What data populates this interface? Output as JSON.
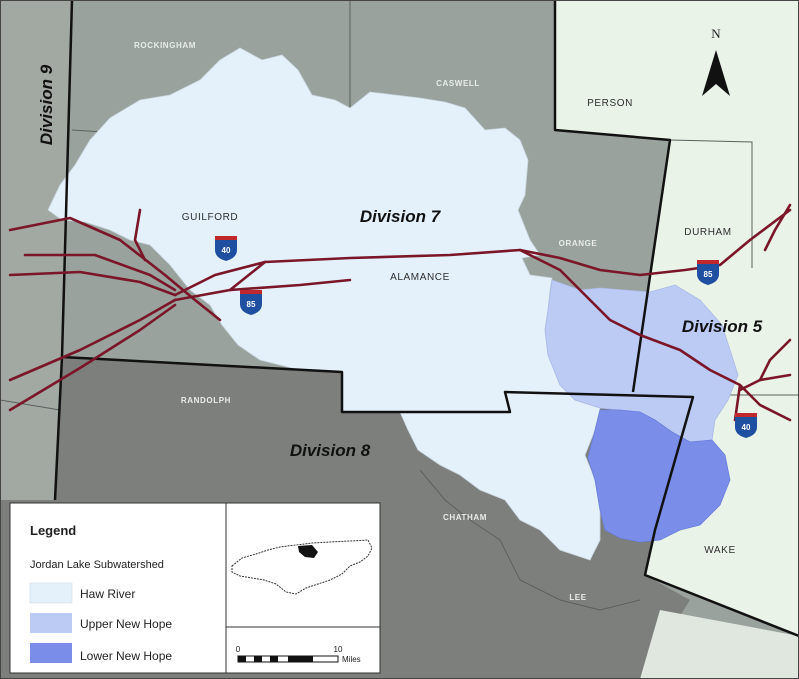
{
  "counties": {
    "rockingham": "ROCKINGHAM",
    "caswell": "CASWELL",
    "person": "PERSON",
    "guilford": "GUILFORD",
    "alamance": "ALAMANCE",
    "orange": "ORANGE",
    "durham": "DURHAM",
    "randolph": "RANDOLPH",
    "chatham": "CHATHAM",
    "lee": "LEE",
    "wake": "WAKE"
  },
  "divisions": {
    "d5": "Division 5",
    "d7": "Division 7",
    "d8": "Division 8",
    "d9": "Division 9"
  },
  "shields": {
    "i40_west": "40",
    "i85_west": "85",
    "i85_east": "85",
    "i40_east": "40"
  },
  "north_label": "N",
  "legend": {
    "title": "Legend",
    "subtitle": "Jordan Lake Subwatershed",
    "items": [
      {
        "label": "Haw River",
        "color": "#e4f1fb"
      },
      {
        "label": "Upper New Hope",
        "color": "#bccbf4"
      },
      {
        "label": "Lower New Hope",
        "color": "#7a8ee9"
      }
    ]
  },
  "scale": {
    "min_label": "0",
    "max_label": "10",
    "unit": "Miles"
  },
  "colors": {
    "division5_bg": "#e9f3e8",
    "division7_bg": "#99a29c",
    "division8_bg": "#7c7f7b",
    "division9_bg": "#a2a8a2",
    "roads": "#7b1528",
    "division_boundary": "#111111",
    "county_boundary": "#5d625e"
  }
}
